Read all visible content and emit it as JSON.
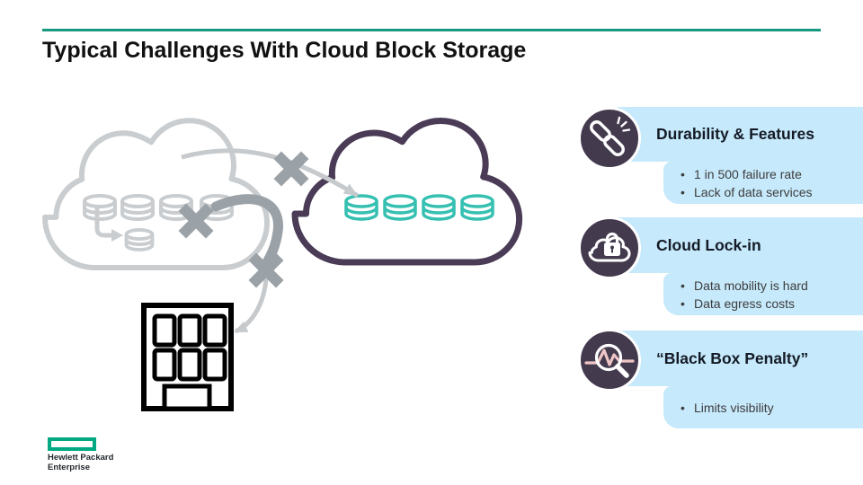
{
  "slide": {
    "title": "Typical Challenges With Cloud Block Storage",
    "accent_color": "#17997f",
    "panel_color": "#c6e9fb",
    "icon_circle_color": "#443a4e"
  },
  "sections": [
    {
      "icon": "broken-link-icon",
      "heading": "Durability & Features",
      "bullets": [
        "1 in 500 failure rate",
        "Lack of data services"
      ]
    },
    {
      "icon": "cloud-lock-icon",
      "heading": "Cloud Lock-in",
      "bullets": [
        "Data mobility is hard",
        "Data egress costs"
      ]
    },
    {
      "icon": "magnifier-pulse-icon",
      "heading": "“Black Box Penalty”",
      "bullets": [
        "Limits visibility"
      ]
    }
  ],
  "diagram": {
    "source_cloud": {
      "outline_color": "#c9cdd0",
      "volume_count": 4,
      "replica_volume_count": 1
    },
    "target_cloud": {
      "outline_color": "#4a3b56",
      "volume_color": "#35c0b1",
      "volume_count": 4
    },
    "building_outline_color": "#000000",
    "blocked_path_count": 3,
    "x_mark_color": "#9aa1a7"
  },
  "logo": {
    "line1": "Hewlett Packard",
    "line2": "Enterprise"
  }
}
